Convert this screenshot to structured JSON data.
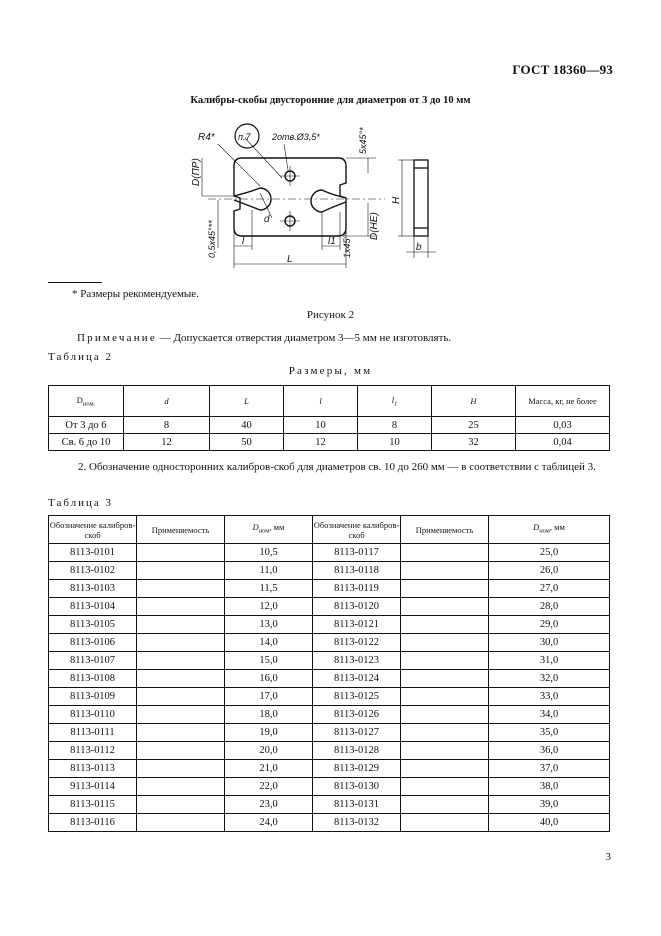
{
  "header": {
    "standard": "ГОСТ 18360—93"
  },
  "drawing": {
    "title": "Калибры-скобы двусторонние для диаметров от 3 до 10 мм",
    "labels": {
      "r4": "R4*",
      "p7": "п.7",
      "holes": "2отв.Ø3,5*",
      "chamfer_top": "5х45°*",
      "d_pr": "D(ПР)",
      "d": "d",
      "chamfer_left": "0,5х45°**",
      "l": "l",
      "l1": "l1",
      "chamfer_right": "1х45°*",
      "d_ne": "D(НЕ)",
      "L": "L",
      "H": "H",
      "b": "b"
    }
  },
  "footnote": "*  Размеры рекомендуемые.",
  "figure_caption": "Рисунок 2",
  "note": {
    "lead": "Примечание",
    "text": " — Допускается отверстия диаметром 3—5 мм не изготовлять."
  },
  "table2": {
    "label": "Таблица 2",
    "units": "Размеры, мм",
    "headers": [
      "D",
      "d",
      "L",
      "l",
      "l",
      "H",
      "Масса, кг, не более"
    ],
    "header_subs": [
      "ном.",
      "",
      "",
      "",
      "1",
      "",
      ""
    ],
    "rows": [
      [
        "От 3 до 6",
        "8",
        "40",
        "10",
        "8",
        "25",
        "0,03"
      ],
      [
        "Св. 6 до 10",
        "12",
        "50",
        "12",
        "10",
        "32",
        "0,04"
      ]
    ]
  },
  "paragraph": "2. Обозначение односторонних калибров-скоб для диаметров св. 10 до 260 мм — в соответствии с таблицей 3.",
  "table3": {
    "label": "Таблица 3",
    "headers": {
      "designation": "Обозначение калибров-скоб",
      "applicability": "Применяемость",
      "d_main": "D",
      "d_sub": "ном",
      "d_unit": ", мм"
    },
    "rows": [
      [
        "8113-0101",
        "10,5",
        "8113-0117",
        "25,0"
      ],
      [
        "8113-0102",
        "11,0",
        "8113-0118",
        "26,0"
      ],
      [
        "8113-0103",
        "11,5",
        "8113-0119",
        "27,0"
      ],
      [
        "8113-0104",
        "12,0",
        "8113-0120",
        "28,0"
      ],
      [
        "8113-0105",
        "13,0",
        "8113-0121",
        "29,0"
      ],
      [
        "8113-0106",
        "14,0",
        "8113-0122",
        "30,0"
      ],
      [
        "8113-0107",
        "15,0",
        "8113-0123",
        "31,0"
      ],
      [
        "8113-0108",
        "16,0",
        "8113-0124",
        "32,0"
      ],
      [
        "8113-0109",
        "17,0",
        "8113-0125",
        "33,0"
      ],
      [
        "8113-0110",
        "18,0",
        "8113-0126",
        "34,0"
      ],
      [
        "8113-0111",
        "19,0",
        "8113-0127",
        "35,0"
      ],
      [
        "8113-0112",
        "20,0",
        "8113-0128",
        "36,0"
      ],
      [
        "8113-0113",
        "21,0",
        "8113-0129",
        "37,0"
      ],
      [
        "9113-0114",
        "22,0",
        "8113-0130",
        "38,0"
      ],
      [
        "8113-0115",
        "23,0",
        "8113-0131",
        "39,0"
      ],
      [
        "8113-0116",
        "24,0",
        "8113-0132",
        "40,0"
      ]
    ]
  },
  "page_number": "3"
}
